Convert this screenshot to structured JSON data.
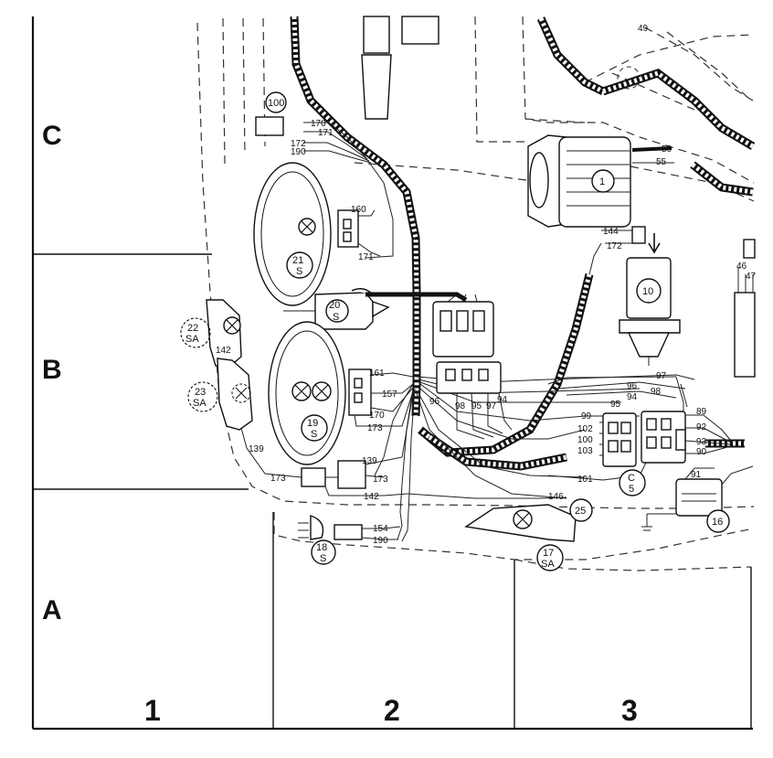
{
  "grid": {
    "rows": [
      "C",
      "B",
      "A"
    ],
    "columns": [
      "1",
      "2",
      "3"
    ]
  },
  "components": [
    {
      "id": "c100",
      "label": "100"
    },
    {
      "id": "c21",
      "label": "21",
      "sub": "S"
    },
    {
      "id": "c20",
      "label": "20",
      "sub": "S"
    },
    {
      "id": "c22",
      "label": "22",
      "sub": "SA"
    },
    {
      "id": "c23",
      "label": "23",
      "sub": "SA"
    },
    {
      "id": "c19",
      "label": "19",
      "sub": "S"
    },
    {
      "id": "c18",
      "label": "18",
      "sub": "S"
    },
    {
      "id": "c17",
      "label": "17",
      "sub": "SA"
    },
    {
      "id": "c25",
      "label": "25"
    },
    {
      "id": "c1",
      "label": "1"
    },
    {
      "id": "c10",
      "label": "10"
    },
    {
      "id": "c16",
      "label": "16"
    },
    {
      "id": "cC",
      "label": "C",
      "sub": "5"
    }
  ],
  "wire_labels": [
    "170",
    "171",
    "172",
    "190",
    "160",
    "171",
    "161",
    "157",
    "170",
    "173",
    "139",
    "173",
    "139",
    "142",
    "173",
    "142",
    "154",
    "190",
    "146",
    "96",
    "98",
    "95",
    "97",
    "94",
    "97",
    "96",
    "98",
    "94",
    "95",
    "99",
    "102",
    "100",
    "103",
    "101",
    "89",
    "92",
    "93",
    "90",
    "91",
    "144",
    "172",
    "50",
    "55",
    "46",
    "47",
    "49"
  ]
}
